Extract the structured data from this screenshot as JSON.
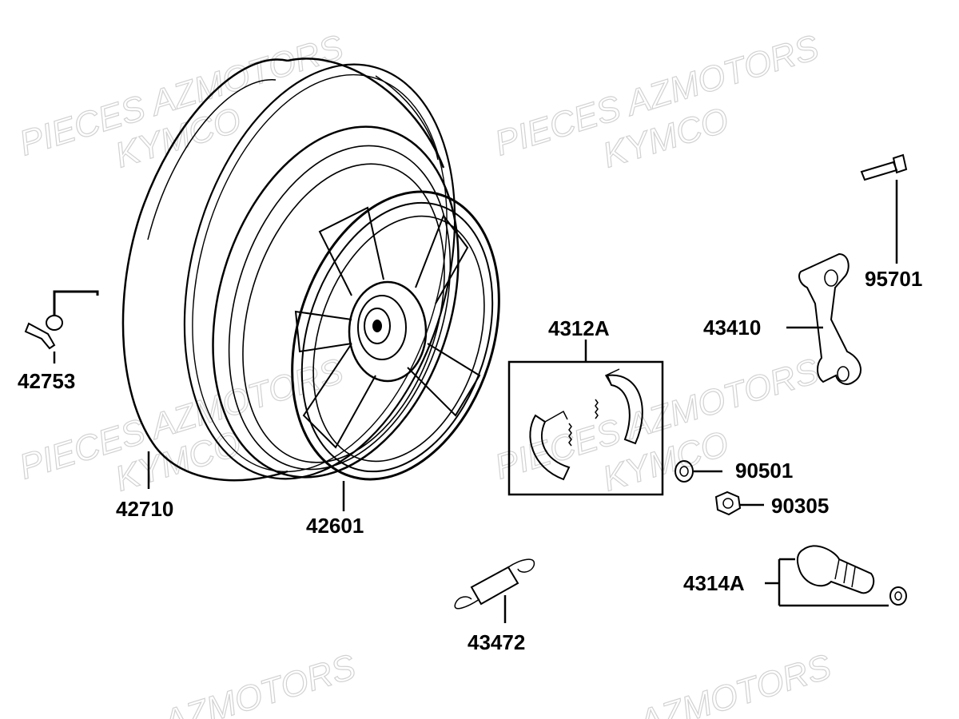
{
  "watermark": {
    "line1": "PIECES AZMOTORS",
    "line2": "KYMCO",
    "fragment": "AZMOTORS"
  },
  "parts": [
    {
      "id": "p1",
      "number": "42753"
    },
    {
      "id": "p2",
      "number": "42710"
    },
    {
      "id": "p3",
      "number": "42601"
    },
    {
      "id": "p4",
      "number": "4312A"
    },
    {
      "id": "p5",
      "number": "95701"
    },
    {
      "id": "p6",
      "number": "43410"
    },
    {
      "id": "p7",
      "number": "90501"
    },
    {
      "id": "p8",
      "number": "90305"
    },
    {
      "id": "p9",
      "number": "4314A"
    },
    {
      "id": "p10",
      "number": "43472"
    }
  ],
  "colors": {
    "ink": "#000000",
    "watermark": "#d2d2d2",
    "background": "#ffffff"
  }
}
